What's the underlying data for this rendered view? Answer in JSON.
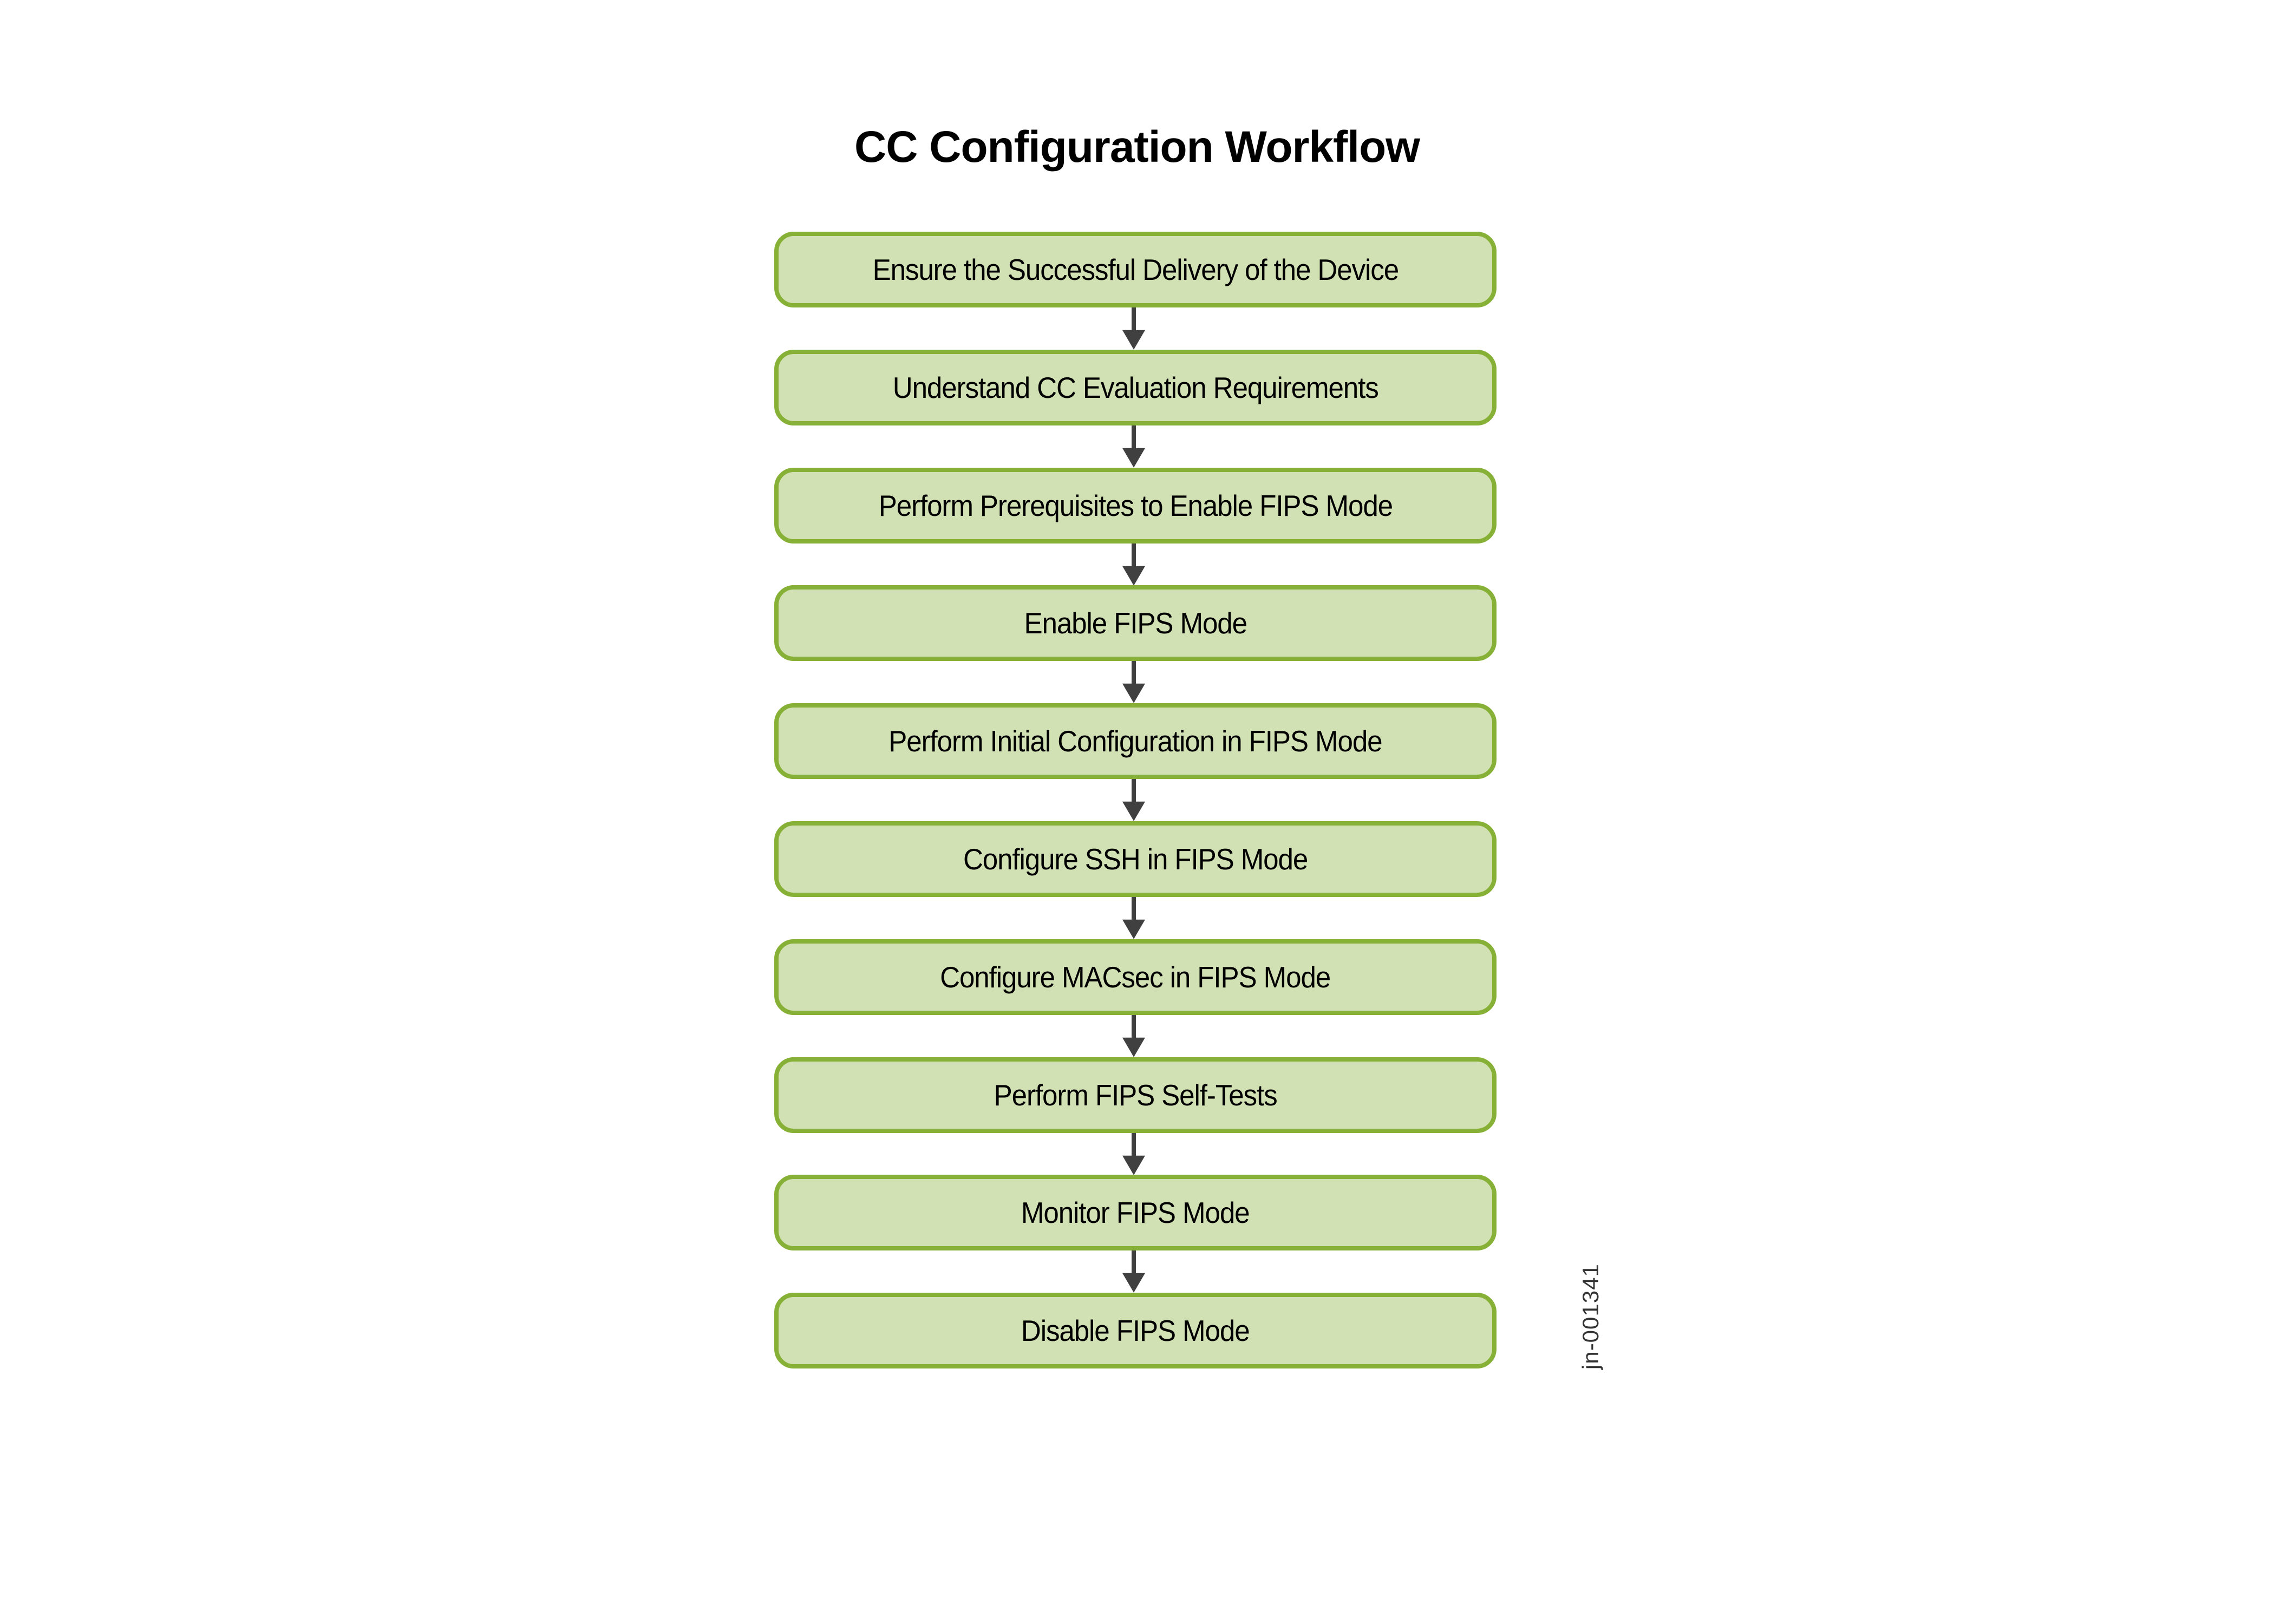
{
  "diagram": {
    "title": "CC Configuration Workflow",
    "figure_id": "jn-001341",
    "colors": {
      "step_fill": "#D2E1B4",
      "step_border": "#86B036",
      "arrow": "#404040",
      "text": "#000000"
    },
    "steps": [
      {
        "label": "Ensure the Successful Delivery of the Device"
      },
      {
        "label": "Understand CC Evaluation Requirements"
      },
      {
        "label": "Perform Prerequisites to Enable FIPS Mode"
      },
      {
        "label": "Enable FIPS Mode"
      },
      {
        "label": "Perform Initial Configuration in FIPS Mode"
      },
      {
        "label": "Configure SSH in FIPS Mode"
      },
      {
        "label": "Configure MACsec in FIPS Mode"
      },
      {
        "label": "Perform FIPS Self-Tests"
      },
      {
        "label": "Monitor FIPS Mode"
      },
      {
        "label": "Disable FIPS Mode"
      }
    ],
    "connections": [
      {
        "from": 0,
        "to": 1
      },
      {
        "from": 1,
        "to": 2
      },
      {
        "from": 2,
        "to": 3
      },
      {
        "from": 3,
        "to": 4
      },
      {
        "from": 4,
        "to": 5
      },
      {
        "from": 5,
        "to": 6
      },
      {
        "from": 6,
        "to": 7
      },
      {
        "from": 7,
        "to": 8
      },
      {
        "from": 8,
        "to": 9
      }
    ]
  }
}
